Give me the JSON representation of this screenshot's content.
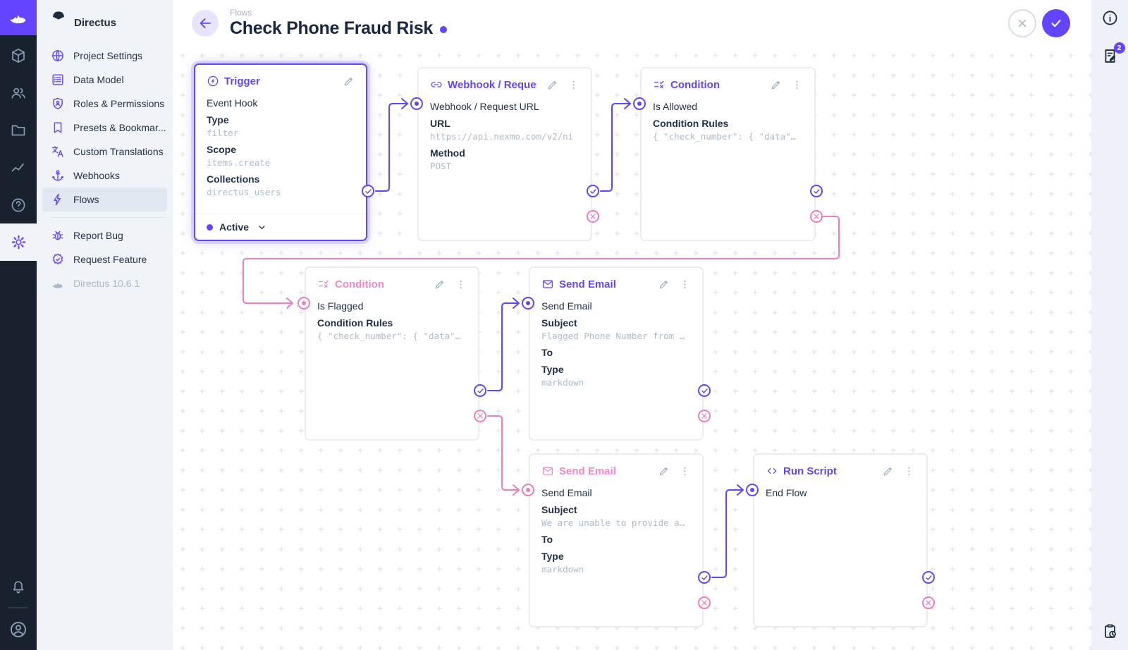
{
  "colors": {
    "brand_purple": "#6644FF",
    "reject_pink": "#F07CC0",
    "dark_navy": "#18222F",
    "sidebar_bg": "#F0F4F9"
  },
  "module_bar": {
    "logo_icon": "directus-rabbit-logo",
    "modules": [
      {
        "icon": "content-cube-icon"
      },
      {
        "icon": "users-icon"
      },
      {
        "icon": "files-folder-icon"
      },
      {
        "icon": "insights-icon"
      },
      {
        "icon": "help-icon"
      },
      {
        "icon": "settings-gear-icon",
        "active": true
      }
    ],
    "bottom_icons": [
      "notifications-bell-icon",
      "account-circle-icon"
    ]
  },
  "sidebar": {
    "project_name": "Directus",
    "project_icon": "fan-logo-icon",
    "items": [
      {
        "icon": "globe-icon",
        "label": "Project Settings"
      },
      {
        "icon": "data-model-icon",
        "label": "Data Model"
      },
      {
        "icon": "shield-person-icon",
        "label": "Roles & Permissions"
      },
      {
        "icon": "bookmark-icon",
        "label": "Presets & Bookmar..."
      },
      {
        "icon": "translate-icon",
        "label": "Custom Translations"
      },
      {
        "icon": "anchor-icon",
        "label": "Webhooks"
      },
      {
        "icon": "bolt-icon",
        "label": "Flows",
        "active": true
      }
    ],
    "footer_items": [
      {
        "icon": "bug-icon",
        "label": "Report Bug"
      },
      {
        "icon": "feature-badge-icon",
        "label": "Request Feature"
      }
    ],
    "version": "Directus 10.6.1"
  },
  "header": {
    "breadcrumb": "Flows",
    "title": "Check Phone Fraud Risk",
    "unsaved_indicator": true,
    "back_icon": "arrow-left-icon",
    "discard_icon": "close-x-icon",
    "save_icon": "check-icon"
  },
  "right_sidebar": {
    "info_icon": "info-icon",
    "logs_icon": "flow-logs-icon",
    "logs_badge": "2",
    "bottom_icon": "revisions-clipboard-icon"
  },
  "flow": {
    "panels": [
      {
        "id": "trigger",
        "title": "Trigger",
        "icon": "circle-bolt-icon",
        "accent": "purple",
        "name": "Event Hook",
        "fields": [
          {
            "label": "Type",
            "value": "filter"
          },
          {
            "label": "Scope",
            "value": "items.create"
          },
          {
            "label": "Collections",
            "value": "directus_users"
          }
        ],
        "status": "Active"
      },
      {
        "id": "webhook",
        "title": "Webhook / Request URL",
        "icon": "link-icon",
        "accent": "purple",
        "name": "Webhook / Request URL",
        "fields": [
          {
            "label": "URL",
            "value": "https://api.nexmo.com/v2/ni"
          },
          {
            "label": "Method",
            "value": "POST"
          }
        ]
      },
      {
        "id": "condition-allowed",
        "title": "Condition",
        "icon": "condition-rule-icon",
        "accent": "purple",
        "name": "Is Allowed",
        "fields": [
          {
            "label": "Condition Rules",
            "value": "{ \"check_number\": { \"data\"…"
          }
        ]
      },
      {
        "id": "condition-flagged",
        "title": "Condition",
        "icon": "condition-rule-icon",
        "accent": "pink",
        "name": "Is Flagged",
        "fields": [
          {
            "label": "Condition Rules",
            "value": "{ \"check_number\": { \"data\"…"
          }
        ]
      },
      {
        "id": "send-email-flagged",
        "title": "Send Email",
        "icon": "mail-icon",
        "accent": "purple",
        "name": "Send Email",
        "fields": [
          {
            "label": "Subject",
            "value": "Flagged Phone Number from …"
          },
          {
            "label": "To",
            "value": ""
          },
          {
            "label": "Type",
            "value": "markdown"
          }
        ]
      },
      {
        "id": "send-email-unable",
        "title": "Send Email",
        "icon": "mail-icon",
        "accent": "pink",
        "name": "Send Email",
        "fields": [
          {
            "label": "Subject",
            "value": "We are unable to provide a…"
          },
          {
            "label": "To",
            "value": ""
          },
          {
            "label": "Type",
            "value": "markdown"
          }
        ]
      },
      {
        "id": "run-script",
        "title": "Run Script",
        "icon": "code-icon",
        "accent": "purple",
        "name": "End Flow",
        "fields": []
      }
    ],
    "connections": [
      {
        "from": "trigger.resolve",
        "to": "webhook.input",
        "type": "resolve"
      },
      {
        "from": "webhook.resolve",
        "to": "condition-allowed.input",
        "type": "resolve"
      },
      {
        "from": "condition-allowed.reject",
        "to": "condition-flagged.input",
        "type": "reject"
      },
      {
        "from": "condition-flagged.resolve",
        "to": "send-email-flagged.input",
        "type": "resolve"
      },
      {
        "from": "condition-flagged.reject",
        "to": "send-email-unable.input",
        "type": "reject"
      },
      {
        "from": "send-email-unable.resolve",
        "to": "run-script.input",
        "type": "resolve"
      }
    ]
  }
}
